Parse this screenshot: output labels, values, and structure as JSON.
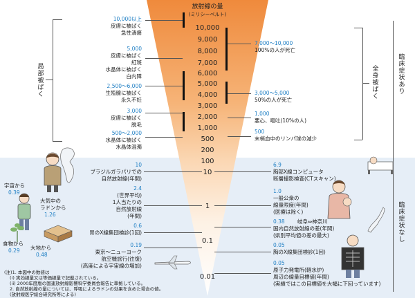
{
  "title": {
    "line1": "放射線の量",
    "line2": "(ミリシーベルト)"
  },
  "scale": [
    "10,000",
    "9,000",
    "8,000",
    "7,000",
    "6,000",
    "5,000",
    "4,000",
    "3,000",
    "2,000",
    "1,000",
    "500",
    "200",
    "100",
    "10",
    "1",
    "0.1",
    "0.01"
  ],
  "side": {
    "local": "局部被ばく",
    "whole": "全身被ばく",
    "symptom_yes": "臨床症状あり",
    "symptom_no": "臨床症状なし"
  },
  "left": {
    "a1": "10,000以上",
    "a2": "皮膚に被ばく",
    "a3": "急性潰瘍",
    "b1": "5,000",
    "b2": "皮膚に被ばく",
    "b3": "紅斑",
    "b4": "水晶体に被ばく",
    "b5": "白内障",
    "c1": "2,500〜6,000",
    "c2": "生殖腺に被ばく",
    "c3": "永久不妊",
    "d1": "3,000",
    "d2": "皮膚に被ばく",
    "d3": "脱毛",
    "e1": "500〜2,000",
    "e2": "水晶体に被ばく",
    "e3": "水晶体混濁",
    "f1": "10",
    "f2": "ブラジルガラパリでの",
    "f3": "自然放射線(年間)",
    "g1": "2.4",
    "g2": "(世界平均)",
    "g3": "1人当たりの",
    "g4": "自然放射線",
    "g5": "(年間)",
    "h1": "0.6",
    "h2": "胃のX線集団検診(1回)",
    "i1": "0.19",
    "i2": "東京〜ニューヨーク",
    "i3": "航空機旅行(往復)",
    "i4": "(高度による宇宙線の増加)",
    "space1": "宇宙から",
    "space2": "0.39",
    "air1": "大気中の",
    "air2": "ラドンから",
    "air3": "1.26",
    "food1": "食物から",
    "food2": "0.29",
    "earth1": "大地から",
    "earth2": "0.48"
  },
  "right": {
    "a1": "7,000〜10,000",
    "a2": "100%の人が死亡",
    "b1": "3,000〜5,000",
    "b2": "50%の人が死亡",
    "c1": "1,000",
    "c2": "悪心、嘔吐(10%の人)",
    "d1": "500",
    "d2": "末梢血中のリンパ球の減少",
    "e1": "6.9",
    "e2": "胸部X線コンピュータ",
    "e3": "断層撮影検査(CTスキャン)",
    "f1": "1.0",
    "f2": "一般公衆の",
    "f3": "線量限度(年間)",
    "f4": "(医療は除く)",
    "g1": "0.38",
    "g2": "岐阜⇔神奈川",
    "g3": "国内自然放射線の差(年間)",
    "g4": "(県別平均値の差の最大)",
    "h1": "0.05",
    "h2": "胸のX線集団検診(1回)",
    "i1": "0.05",
    "i2": "原子力発電所(軽水炉)",
    "i3": "周辺の線量目標値(年間)",
    "i4": "(実績ではこの目標値を大幅に下回っています)"
  },
  "notes": {
    "n1": "(注)1. 本図中の数値は",
    "n2": "(i) 実効線量又は等価線量で記載されている。",
    "n3": "(ii) 2000年度版の国連放射線影響科学委員会報告に準拠している。",
    "n4": "2. 自然放射線の量については、呼吸によるラドンの効果を含めた場合の値。",
    "n5": "(放射線医学総合研究所等による)"
  }
}
